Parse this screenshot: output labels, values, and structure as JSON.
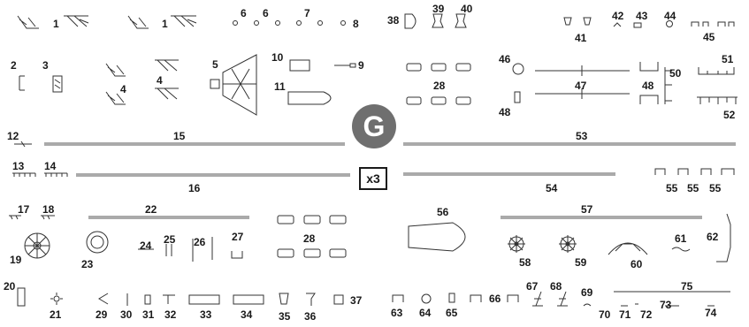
{
  "sheet": {
    "sprue_letter": "G",
    "multiplier": "x3",
    "part_numbers": [
      "1",
      "1",
      "2",
      "3",
      "4",
      "4",
      "5",
      "6",
      "6",
      "7",
      "8",
      "9",
      "10",
      "11",
      "12",
      "13",
      "14",
      "15",
      "16",
      "17",
      "18",
      "19",
      "20",
      "21",
      "22",
      "23",
      "24",
      "25",
      "26",
      "27",
      "28",
      "28",
      "29",
      "30",
      "31",
      "32",
      "33",
      "34",
      "35",
      "36",
      "37",
      "38",
      "39",
      "40",
      "41",
      "42",
      "43",
      "44",
      "45",
      "46",
      "47",
      "48",
      "48",
      "50",
      "51",
      "52",
      "53",
      "54",
      "55",
      "55",
      "55",
      "56",
      "57",
      "58",
      "59",
      "60",
      "61",
      "62",
      "63",
      "64",
      "65",
      "66",
      "67",
      "68",
      "69",
      "70",
      "71",
      "72",
      "73",
      "74",
      "75"
    ]
  }
}
